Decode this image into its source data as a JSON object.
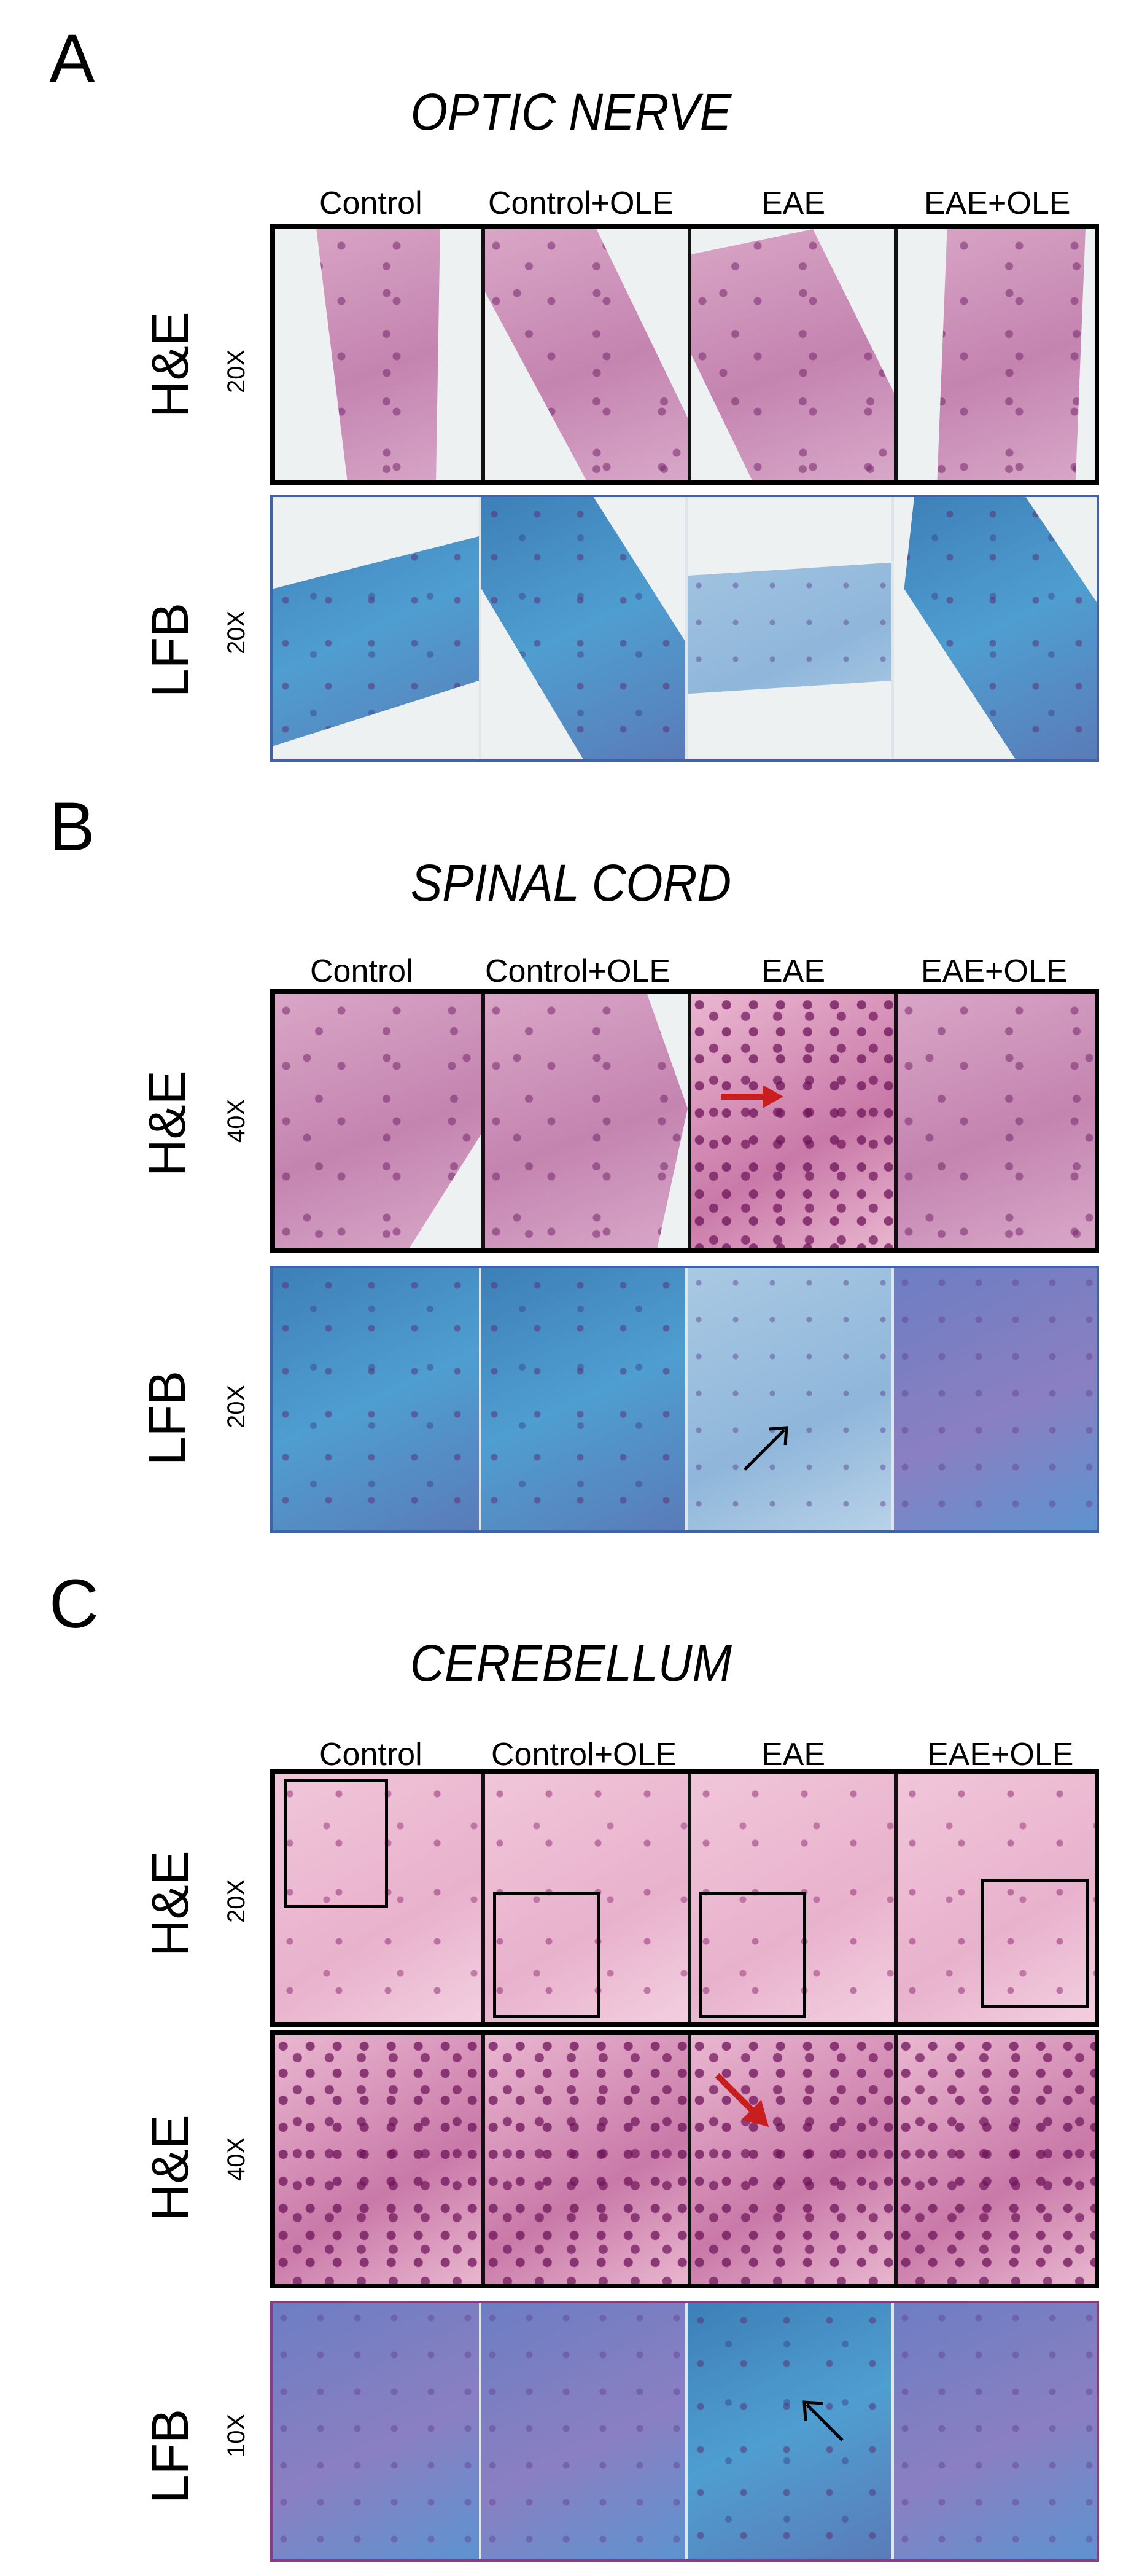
{
  "panels": [
    {
      "letter": "A",
      "title": "OPTIC NERVE",
      "columns": [
        "Control",
        "Control+OLE",
        "EAE",
        "EAE+OLE"
      ],
      "rows": [
        {
          "stain": "H&E",
          "magnification": "20X"
        },
        {
          "stain": "LFB",
          "magnification": "20X"
        }
      ]
    },
    {
      "letter": "B",
      "title": "SPINAL CORD",
      "columns": [
        "Control",
        "Control+OLE",
        "EAE",
        "EAE+OLE"
      ],
      "rows": [
        {
          "stain": "H&E",
          "magnification": "40X"
        },
        {
          "stain": "LFB",
          "magnification": "20X"
        }
      ]
    },
    {
      "letter": "C",
      "title": "CEREBELLUM",
      "columns": [
        "Control",
        "Control+OLE",
        "EAE",
        "EAE+OLE"
      ],
      "rows": [
        {
          "stain": "H&E",
          "magnification": "20X"
        },
        {
          "stain": "H&E",
          "magnification": "40X"
        },
        {
          "stain": "LFB",
          "magnification": "10X"
        }
      ]
    }
  ],
  "colors": {
    "black_frame": "#000000",
    "blue_frame": "#3f63a8",
    "purple_frame": "#8a3a8a",
    "red_arrow": "#c81e1e",
    "black_arrow": "#000000"
  }
}
